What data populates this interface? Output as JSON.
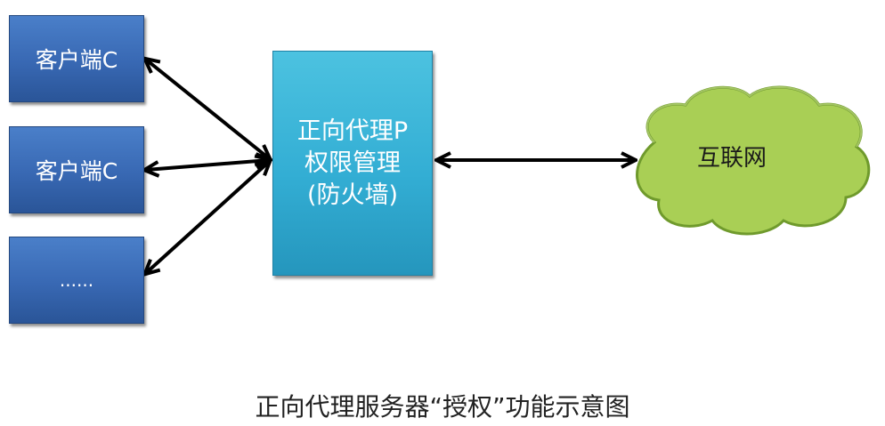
{
  "clients": [
    {
      "label": "客户端C"
    },
    {
      "label": "客户端C"
    },
    {
      "label": "......"
    }
  ],
  "proxy": {
    "lines": [
      "正向代理P",
      "权限管理",
      "(防火墙)"
    ]
  },
  "internet": {
    "label": "互联网"
  },
  "caption": "正向代理服务器“授权”功能示意图"
}
